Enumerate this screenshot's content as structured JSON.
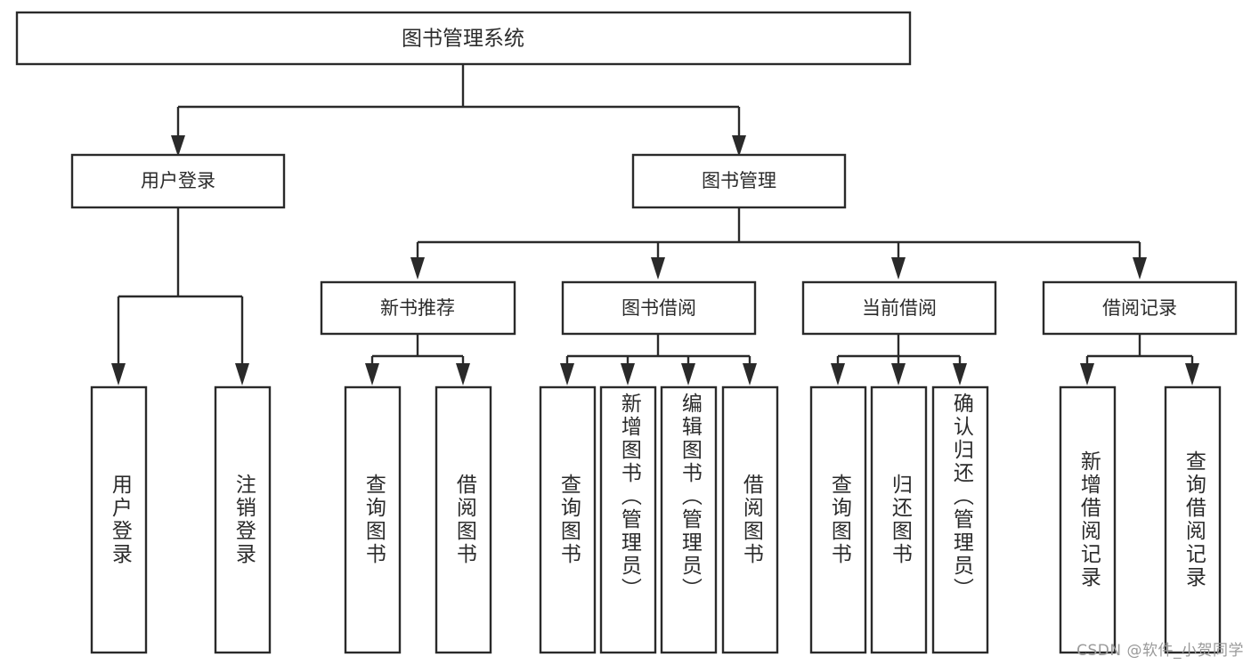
{
  "diagram": {
    "type": "tree-hierarchy",
    "title": "图书管理系统",
    "watermark": "CSDN @软件_小贺同学",
    "colors": {
      "stroke": "#2a2a2a",
      "box_fill": "#ffffff",
      "text": "#2b2b2b",
      "background": "#ffffff",
      "watermark": "#9a9a9a"
    },
    "root": {
      "id": "root",
      "label": "图书管理系统"
    },
    "level1": [
      {
        "id": "user-login",
        "label": "用户登录"
      },
      {
        "id": "book-management",
        "label": "图书管理"
      }
    ],
    "level2": [
      {
        "id": "new-book-recommend",
        "label": "新书推荐",
        "parent": "book-management"
      },
      {
        "id": "book-borrow",
        "label": "图书借阅",
        "parent": "book-management"
      },
      {
        "id": "current-borrow",
        "label": "当前借阅",
        "parent": "book-management"
      },
      {
        "id": "borrow-record",
        "label": "借阅记录",
        "parent": "book-management"
      }
    ],
    "leaves": {
      "user-login": [
        {
          "id": "leaf-user-login",
          "label": "用户登录"
        },
        {
          "id": "leaf-logout-login",
          "label": "注销登录"
        }
      ],
      "new-book-recommend": [
        {
          "id": "leaf-query-book-1",
          "label": "查询图书"
        },
        {
          "id": "leaf-borrow-book-1",
          "label": "借阅图书"
        }
      ],
      "book-borrow": [
        {
          "id": "leaf-query-book-2",
          "label": "查询图书"
        },
        {
          "id": "leaf-add-book",
          "label": "新增图书（管理员）"
        },
        {
          "id": "leaf-edit-book",
          "label": "编辑图书（管理员）"
        },
        {
          "id": "leaf-borrow-book-2",
          "label": "借阅图书"
        }
      ],
      "current-borrow": [
        {
          "id": "leaf-query-book-3",
          "label": "查询图书"
        },
        {
          "id": "leaf-return-book",
          "label": "归还图书"
        },
        {
          "id": "leaf-confirm-return",
          "label": "确认归还（管理员）"
        }
      ],
      "borrow-record": [
        {
          "id": "leaf-add-record",
          "label": "新增借阅记录"
        },
        {
          "id": "leaf-query-record",
          "label": "查询借阅记录"
        }
      ]
    }
  }
}
